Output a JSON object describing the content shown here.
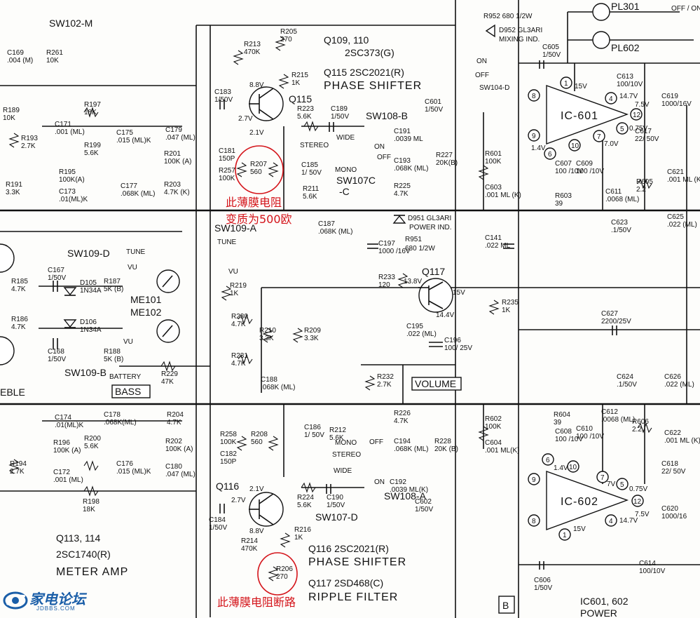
{
  "header": {
    "q109_110": "Q109, 110",
    "q109_110_type": "2SC373(G)",
    "q115_title": "Q115  2SC2021(R)",
    "q115_role": "PHASE SHIFTER",
    "q116_title": "Q116  2SC2021(R)",
    "q116_role": "PHASE SHIFTER",
    "q117_title": "Q117  2SD468(C)",
    "q117_role": "RIPPLE FILTER",
    "q113_114": "Q113, 114",
    "q113_114_type": "2SC1740(R)",
    "meter_amp": "METER  AMP",
    "ic_title": "IC601, 602",
    "ic_role": "POWER",
    "block_b": "B"
  },
  "annotations": {
    "top_line1": "此薄膜电阻",
    "top_line2": "变质为500欧",
    "bottom": "此薄膜电阻断路"
  },
  "switches": {
    "sw102m": "SW102-M",
    "sw104d": "SW104-D",
    "sw108b": "SW108-B",
    "sw108a": "SW108-A",
    "sw107c": "SW107C",
    "sw107c_sub": "-C",
    "sw107d": "SW107-D",
    "sw109a": "SW109-A",
    "sw109d": "SW109-D",
    "sw109b": "SW109-B",
    "stereo": "STEREO",
    "wide": "WIDE",
    "mono": "MONO",
    "on": "ON",
    "off": "OFF",
    "tune": "TUNE",
    "vu": "VU",
    "battery": "BATTERY",
    "off_on_top": "OFF / ON"
  },
  "panels": {
    "treble": "EBLE",
    "bass": "BASS",
    "volume": "VOLUME"
  },
  "lamps": {
    "pl301": "PL301",
    "pl602": "PL602",
    "r952": "R952  680  1/2W",
    "d952": "D952  GL3ARI",
    "d952_role": "MIXING  IND.",
    "d951": "D951  GL3ARI",
    "d951_role": "POWER  IND.",
    "r951": "R951",
    "r951_val": "680  1/2W"
  },
  "ics": {
    "ic601": "IC-601",
    "ic602": "IC-602"
  },
  "meters": {
    "me101": "ME101",
    "me102": "ME102"
  },
  "q115": {
    "name": "Q115",
    "vc": "8.8V",
    "vb": "2.7V",
    "ve": "2.1V"
  },
  "q116": {
    "name": "Q116",
    "ve": "2.1V",
    "vb": "2.7V",
    "vc": "8.8V"
  },
  "q117": {
    "name": "Q117",
    "vb": "13.8V",
    "vc": "15V",
    "ve": "14.4V"
  },
  "components": [
    {
      "ref": "C169",
      "val": ".004 (M)"
    },
    {
      "ref": "R261",
      "val": "10K"
    },
    {
      "ref": "R189",
      "val": "10K"
    },
    {
      "ref": "R193",
      "val": "2.7K"
    },
    {
      "ref": "R191",
      "val": "3.3K"
    },
    {
      "ref": "C171",
      "val": ".001 (ML)"
    },
    {
      "ref": "R197",
      "val": "18K"
    },
    {
      "ref": "R199",
      "val": "5.6K"
    },
    {
      "ref": "C175",
      "val": ".015 (ML)K"
    },
    {
      "ref": "R195",
      "val": "100K(A)"
    },
    {
      "ref": "C173",
      "val": ".01(ML)K"
    },
    {
      "ref": "C177",
      "val": ".068K (ML)"
    },
    {
      "ref": "C179",
      "val": ".047 (ML)"
    },
    {
      "ref": "R201",
      "val": "100K (A)"
    },
    {
      "ref": "R203",
      "val": "4.7K (K)"
    },
    {
      "ref": "R213",
      "val": "470K"
    },
    {
      "ref": "R205",
      "val": "270"
    },
    {
      "ref": "R215",
      "val": "1K"
    },
    {
      "ref": "C183",
      "val": "1/50V"
    },
    {
      "ref": "C181",
      "val": "150P"
    },
    {
      "ref": "R257",
      "val": "100K"
    },
    {
      "ref": "R207",
      "val": "560"
    },
    {
      "ref": "R223",
      "val": "5.6K"
    },
    {
      "ref": "C189",
      "val": "1/50V"
    },
    {
      "ref": "C185",
      "val": "1/ 50V"
    },
    {
      "ref": "R211",
      "val": "5.6K"
    },
    {
      "ref": "C187",
      "val": ".068K (ML)"
    },
    {
      "ref": "C191",
      "val": ".0039 ML"
    },
    {
      "ref": "C193",
      "val": ".068K (ML)"
    },
    {
      "ref": "R227",
      "val": "20K(B)"
    },
    {
      "ref": "R225",
      "val": "4.7K"
    },
    {
      "ref": "C601",
      "val": "1/50V"
    },
    {
      "ref": "C605",
      "val": "1/50V"
    },
    {
      "ref": "C613",
      "val": "100/10V"
    },
    {
      "ref": "C619",
      "val": "1000/16V"
    },
    {
      "ref": "C617",
      "val": "22/ 50V"
    },
    {
      "ref": "C621",
      "val": ".001 ML (K)"
    },
    {
      "ref": "R605",
      "val": "2.2"
    },
    {
      "ref": "R601",
      "val": "100K"
    },
    {
      "ref": "C603",
      "val": ".001 ML (K)"
    },
    {
      "ref": "C607",
      "val": "100 /10V"
    },
    {
      "ref": "C609",
      "val": "100 /10V"
    },
    {
      "ref": "R603",
      "val": "39"
    },
    {
      "ref": "C611",
      "val": ".0068 (ML)"
    },
    {
      "ref": "C623",
      "val": ".1/50V"
    },
    {
      "ref": "C625",
      "val": ".022 (ML)"
    },
    {
      "ref": "C197",
      "val": "1000 /16V"
    },
    {
      "ref": "C141",
      "val": ".022 ML"
    },
    {
      "ref": "R233",
      "val": "120"
    },
    {
      "ref": "C195",
      "val": ".022 (ML)"
    },
    {
      "ref": "C196",
      "val": "100/ 25V"
    },
    {
      "ref": "R235",
      "val": "1K"
    },
    {
      "ref": "C627",
      "val": "2200/25V"
    },
    {
      "ref": "R219",
      "val": "1K"
    },
    {
      "ref": "R185",
      "val": "4.7K"
    },
    {
      "ref": "C167",
      "val": "1/50V"
    },
    {
      "ref": "D105",
      "val": "1N34A"
    },
    {
      "ref": "R187",
      "val": "5K (B)"
    },
    {
      "ref": "R186",
      "val": "4.7K"
    },
    {
      "ref": "D106",
      "val": "1N34A"
    },
    {
      "ref": "C168",
      "val": "1/50V"
    },
    {
      "ref": "R188",
      "val": "5K (B)"
    },
    {
      "ref": "R230",
      "val": "4.7K"
    },
    {
      "ref": "R210",
      "val": "3.3K"
    },
    {
      "ref": "R209",
      "val": "3.3K"
    },
    {
      "ref": "R231",
      "val": "4.7K"
    },
    {
      "ref": "R229",
      "val": "47K"
    },
    {
      "ref": "C188",
      "val": ".068K (ML)"
    },
    {
      "ref": "R232",
      "val": "2.7K"
    },
    {
      "ref": "C624",
      "val": ".1/50V"
    },
    {
      "ref": "C626",
      "val": ".022 (ML)"
    },
    {
      "ref": "C174",
      "val": ".01(ML)K"
    },
    {
      "ref": "R196",
      "val": "100K (A)"
    },
    {
      "ref": "C172",
      "val": ".001 (ML)"
    },
    {
      "ref": "R200",
      "val": "5.6K"
    },
    {
      "ref": "C178",
      "val": ".068K(ML)"
    },
    {
      "ref": "C176",
      "val": ".015 (ML)K"
    },
    {
      "ref": "R204",
      "val": "4.7K"
    },
    {
      "ref": "R202",
      "val": "100K (A)"
    },
    {
      "ref": "C180",
      "val": ".047 (ML)"
    },
    {
      "ref": "R198",
      "val": "18K"
    },
    {
      "ref": "R194",
      "val": "2.7K"
    },
    {
      "ref": "R258",
      "val": "100K"
    },
    {
      "ref": "R208",
      "val": "560"
    },
    {
      "ref": "C182",
      "val": "150P"
    },
    {
      "ref": "C186",
      "val": "1/ 50V"
    },
    {
      "ref": "R212",
      "val": "5.6K"
    },
    {
      "ref": "R226",
      "val": "4.7K"
    },
    {
      "ref": "C194",
      "val": ".068K (ML)"
    },
    {
      "ref": "R228",
      "val": "20K (B)"
    },
    {
      "ref": "C192",
      "val": ".0039 ML(K)"
    },
    {
      "ref": "C602",
      "val": "1/50V"
    },
    {
      "ref": "R224",
      "val": "5.6K"
    },
    {
      "ref": "C190",
      "val": "1/50V"
    },
    {
      "ref": "C184",
      "val": "1/50V"
    },
    {
      "ref": "R214",
      "val": "470K"
    },
    {
      "ref": "R216",
      "val": "1K"
    },
    {
      "ref": "R206",
      "val": "270"
    },
    {
      "ref": "R602",
      "val": "100K"
    },
    {
      "ref": "C604",
      "val": ".001 ML(K)"
    },
    {
      "ref": "R604",
      "val": "39"
    },
    {
      "ref": "C608",
      "val": "100 /10V"
    },
    {
      "ref": "C610",
      "val": "100 /10V"
    },
    {
      "ref": "C612",
      "val": ".0068 (ML)"
    },
    {
      "ref": "R606",
      "val": "2.2"
    },
    {
      "ref": "C622",
      "val": ".001 ML (K)"
    },
    {
      "ref": "C618",
      "val": "22/ 50V"
    },
    {
      "ref": "C620",
      "val": "1000/16"
    },
    {
      "ref": "C614",
      "val": "100/10V"
    },
    {
      "ref": "C606",
      "val": "1/50V"
    }
  ],
  "ic601_pins": [
    "8",
    "9",
    "6",
    "10",
    "7",
    "1",
    "4",
    "5",
    "12"
  ],
  "ic601_volts": {
    "p1": "15V",
    "p4": "14.7V",
    "p12": "7.5V",
    "p5": "0.75V",
    "p6": "1.4V",
    "p7": "7.0V"
  },
  "ic602_pins": [
    "6",
    "10",
    "7",
    "5",
    "12",
    "9",
    "8",
    "1",
    "4"
  ],
  "ic602_volts": {
    "p6": "1.4V",
    "p7": "7V",
    "p5": "0.75V",
    "p12": "7.5V",
    "p1": "15V",
    "p4": "14.7V"
  },
  "watermark": {
    "name": "家电论坛",
    "url": "JDBBS.COM"
  },
  "colors": {
    "ink": "#111111",
    "annotation": "#d4141a",
    "paper": "#fdfdfb",
    "logo": "#1a5ea8"
  }
}
